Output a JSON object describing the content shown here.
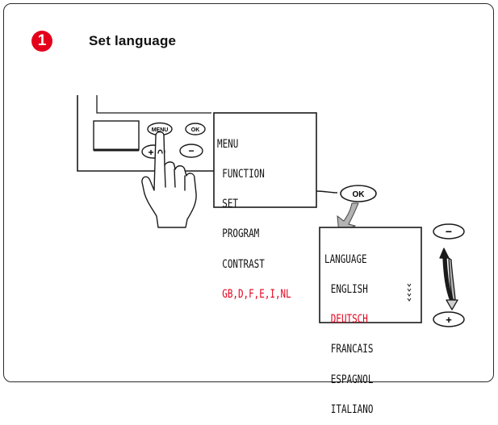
{
  "step": {
    "number": "1",
    "title": "Set language"
  },
  "device": {
    "menu_label": "MENU",
    "ok_label": "OK",
    "plus_symbol": "+",
    "minus_symbol": "−"
  },
  "menu_screen": {
    "title": "MENU",
    "items": [
      "FUNCTION",
      "SET",
      "PROGRAM",
      "CONTRAST"
    ],
    "selected_item": "GB,D,F,E,I,NL"
  },
  "ok_callout": "OK",
  "language_screen": {
    "title": "LANGUAGE",
    "items": [
      "ENGLISH",
      "DEUTSCH",
      "FRANCAIS",
      "ESPAGNOL",
      "ITALIANO"
    ],
    "selected_index": 1
  },
  "side_controls": {
    "minus_symbol": "−",
    "plus_symbol": "+"
  },
  "colors": {
    "accent": "#e3001b",
    "ink": "#1a1a1a",
    "arrow_gray": "#a8a8a8"
  }
}
